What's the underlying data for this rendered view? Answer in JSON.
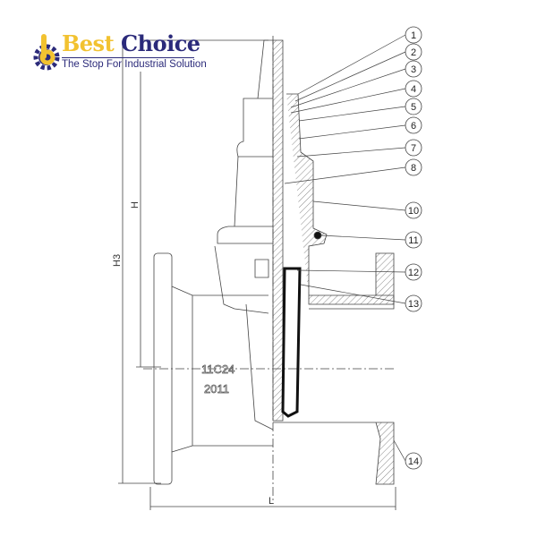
{
  "logo": {
    "word1": "Best",
    "word2": "Choice",
    "tagline": "The Stop For Industrial Solution",
    "colors": {
      "yellow": "#f2c230",
      "navy": "#2b2a7a"
    }
  },
  "dimensions": {
    "h": "H",
    "h3": "H3",
    "l": "L"
  },
  "casting_marks": {
    "code": "11C24",
    "year": "2011"
  },
  "callouts": [
    "1",
    "2",
    "3",
    "4",
    "5",
    "6",
    "7",
    "8",
    "10",
    "11",
    "12",
    "13",
    "14"
  ]
}
